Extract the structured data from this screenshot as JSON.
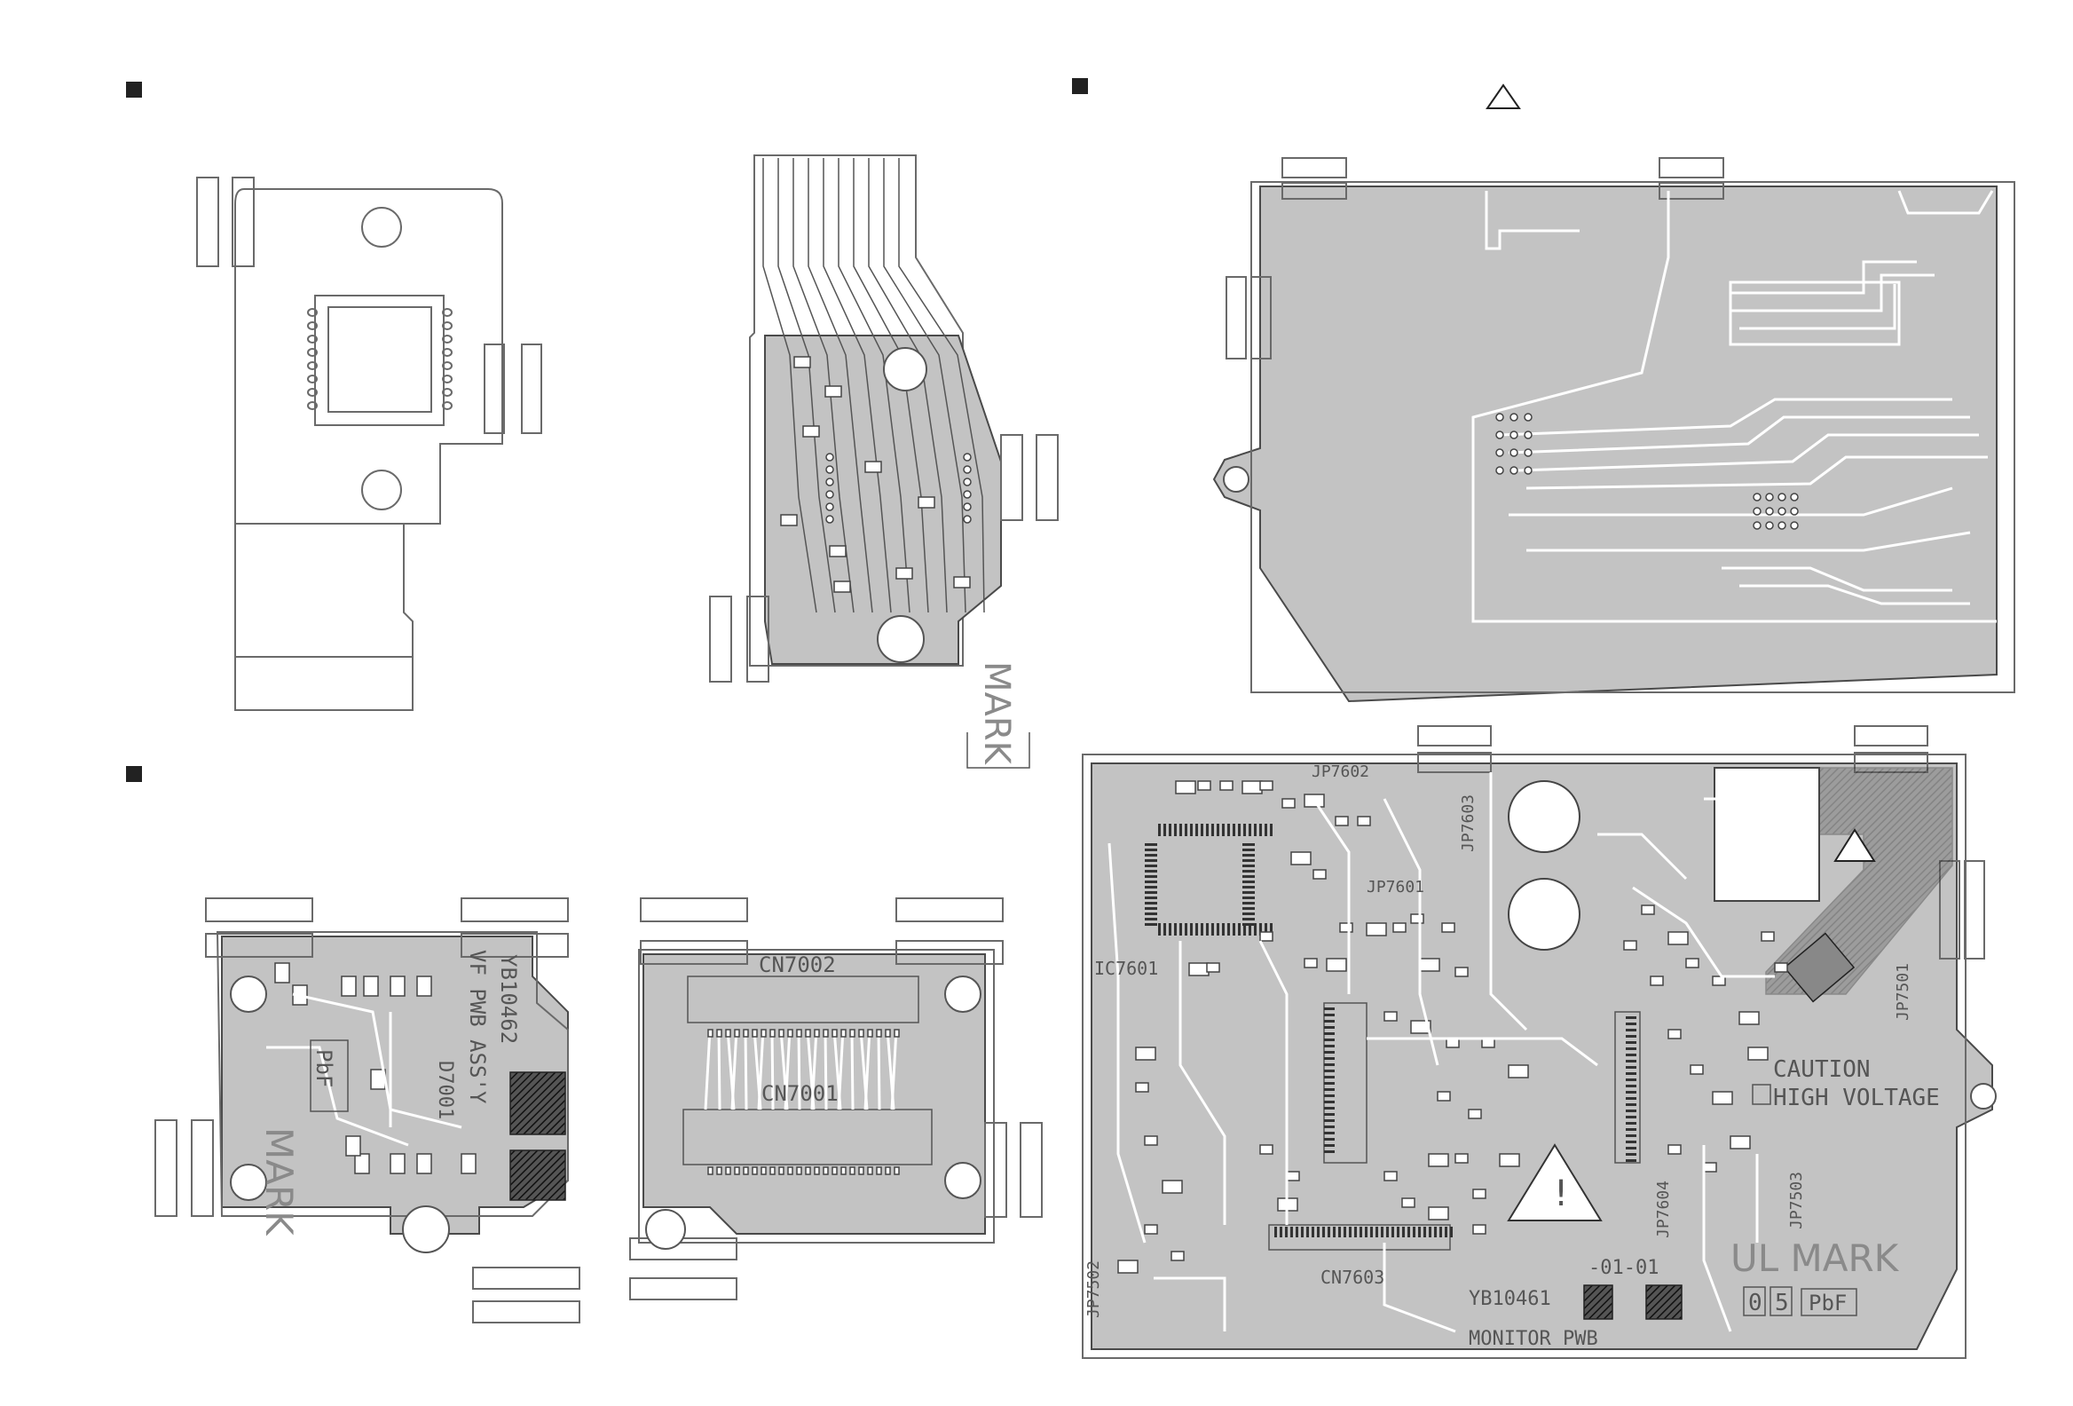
{
  "colors": {
    "board": "#c3c3c3",
    "trace": "#ffffff",
    "outline": "#4a4a4a",
    "marker": "#222222"
  },
  "markers": [
    "square-bullet",
    "square-bullet",
    "square-bullet"
  ],
  "warning_symbol": "triangle-outline",
  "vf_pwb": {
    "model": "YB10462",
    "name": "VF PWB ASS'Y",
    "diode_label": "D7001",
    "pbf_label": "PbF",
    "ul_mark": "MARK",
    "connector_front": "CN7002",
    "connector_back": "CN7001"
  },
  "flex_board": {
    "ul_mark": "MARK"
  },
  "monitor_pwb": {
    "model": "YB10461",
    "name": "MONITOR PWB",
    "revision": "-01-01",
    "ul_mark": "UL MARK",
    "caution_line1": "CAUTION",
    "caution_line2": "HIGH VOLTAGE",
    "lot_digit1": "0",
    "lot_digit2": "5",
    "pbf_label": "PbF",
    "ic_label": "IC7601",
    "connector_label": "CN7603",
    "jumpers": [
      "JP7602",
      "JP7603",
      "JP7601",
      "JP7501",
      "JP7604",
      "JP7503",
      "JP7502"
    ]
  }
}
